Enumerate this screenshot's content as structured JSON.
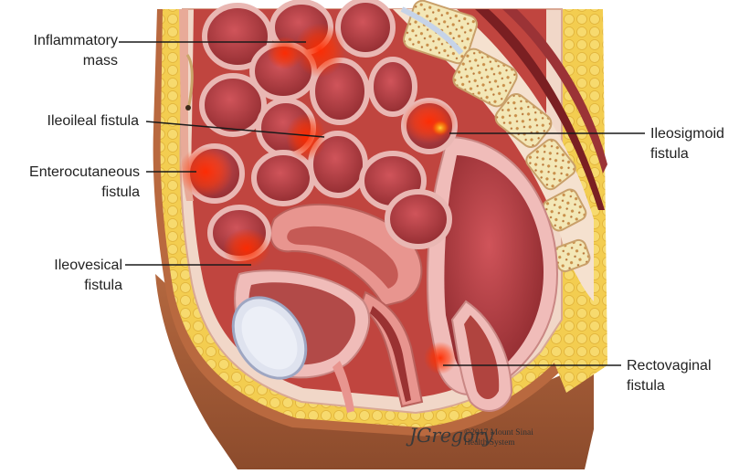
{
  "labels": {
    "inflammatory_mass": [
      "Inflammatory",
      "mass"
    ],
    "ileoileal_fistula": [
      "Ileoileal fistula"
    ],
    "enterocutaneous_fistula": [
      "Enterocutaneous",
      "fistula"
    ],
    "ileovesical_fistula": [
      "Ileovesical",
      "fistula"
    ],
    "ileosigmoid_fistula": [
      "Ileosigmoid",
      "fistula"
    ],
    "rectovaginal_fistula": [
      "Rectovaginal",
      "fistula"
    ]
  },
  "credit": {
    "signature": "JGregory",
    "copyright_line1": "©2017 Mount Sinai",
    "copyright_line2": "Health System"
  },
  "colors": {
    "skin": "#a9603d",
    "fat": "#f1c84a",
    "bowel_wall": "#f2c6c2",
    "bowel_lumen": "#a8383a",
    "bone": "#f3e7b6",
    "inflammation": "#ff2a00"
  },
  "icons": [
    "signature-mark"
  ]
}
